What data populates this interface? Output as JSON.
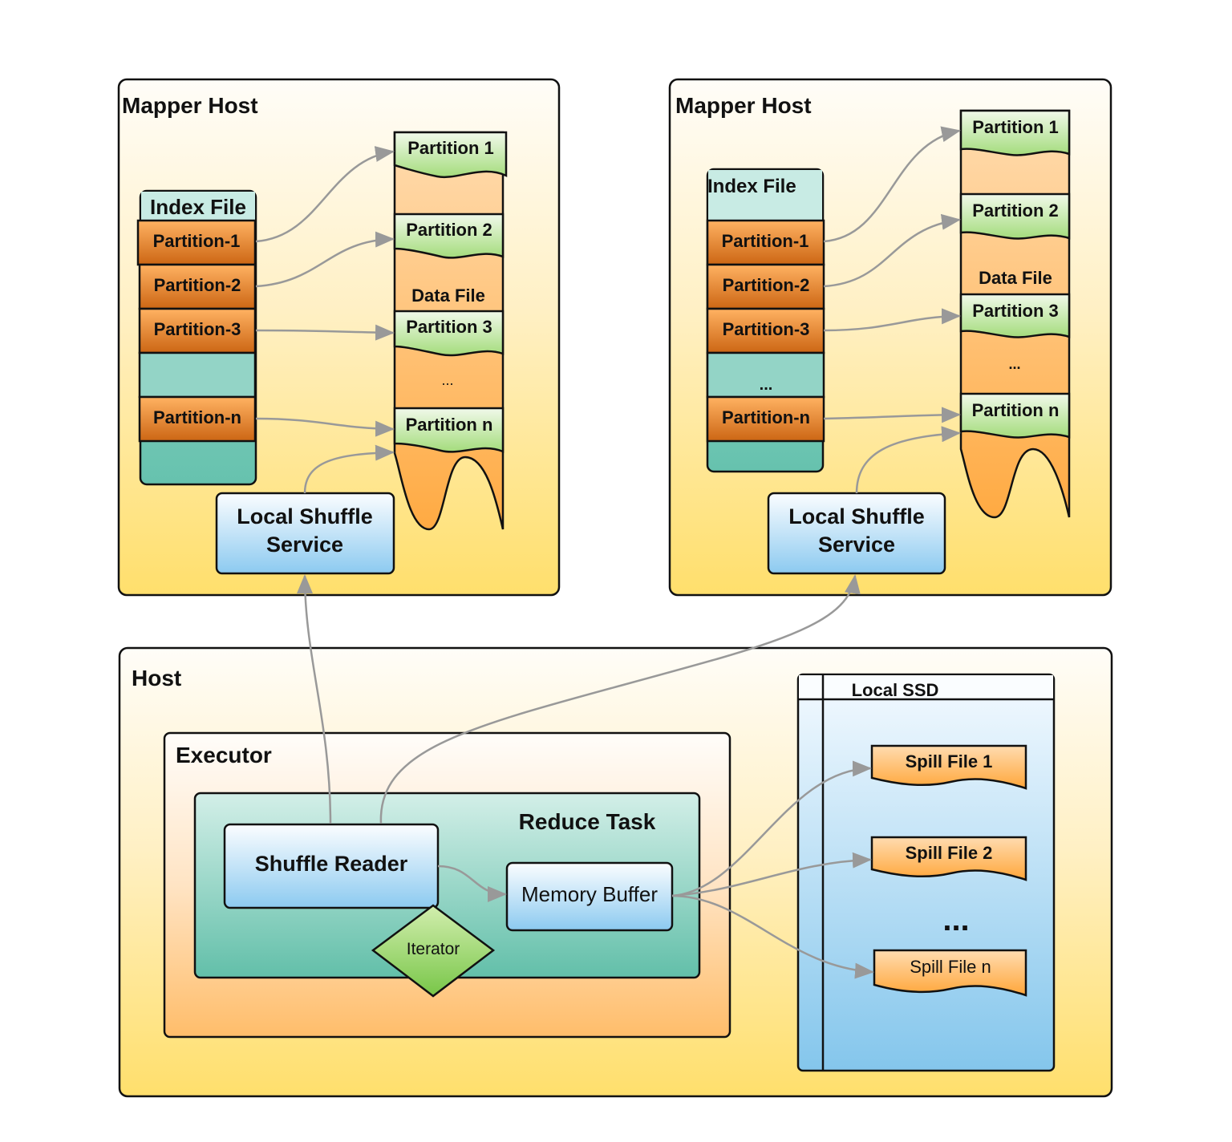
{
  "mapper_hosts": [
    {
      "title": "Mapper Host",
      "index_file": {
        "title": "Index File",
        "rows": [
          "Partition-1",
          "Partition-2",
          "Partition-3",
          "",
          "Partition-n",
          ""
        ]
      },
      "data_file": {
        "label": "Data File",
        "partitions": [
          "Partition 1",
          "Partition 2",
          "Partition 3",
          "Partition n"
        ],
        "ellipsis": "..."
      },
      "shuffle_service": {
        "line1": "Local Shuffle",
        "line2": "Service"
      }
    },
    {
      "title": "Mapper Host",
      "index_file": {
        "title": "Index File",
        "rows": [
          "Partition-1",
          "Partition-2",
          "Partition-3",
          "...",
          "Partition-n",
          ""
        ]
      },
      "data_file": {
        "label": "Data File",
        "partitions": [
          "Partition 1",
          "Partition 2",
          "Partition 3",
          "Partition n"
        ],
        "ellipsis": "..."
      },
      "shuffle_service": {
        "line1": "Local Shuffle",
        "line2": "Service"
      }
    }
  ],
  "host": {
    "title": "Host",
    "executor": {
      "title": "Executor",
      "reduce_task": {
        "title": "Reduce Task",
        "shuffle_reader": "Shuffle Reader",
        "memory_buffer": "Memory Buffer",
        "iterator": "Iterator"
      }
    },
    "local_ssd": {
      "title": "Local SSD",
      "spill_files": [
        "Spill File 1",
        "Spill File 2",
        "Spill File n"
      ],
      "ellipsis": "..."
    }
  },
  "colors": {
    "host_gradient_top": "#fffdf8",
    "host_gradient_bottom": "#ffe070",
    "index_header": "#c8ebe4",
    "index_teal": "#6cc4b2",
    "partition_orange_top": "#ffb060",
    "partition_orange_bottom": "#d06a12",
    "partition_green_top": "#eef8e6",
    "partition_green_bottom": "#a6dd80",
    "data_peach": "#ffd6a4",
    "data_orange": "#ffaa40",
    "service_blue_top": "#f8fcff",
    "service_blue_bottom": "#8ccaf0",
    "reduce_teal_top": "#cfeee6",
    "reduce_teal_bottom": "#62bfa8",
    "iterator_green_top": "#cdeca8",
    "iterator_green_bottom": "#7cc84c",
    "connector_gray": "#999999"
  }
}
